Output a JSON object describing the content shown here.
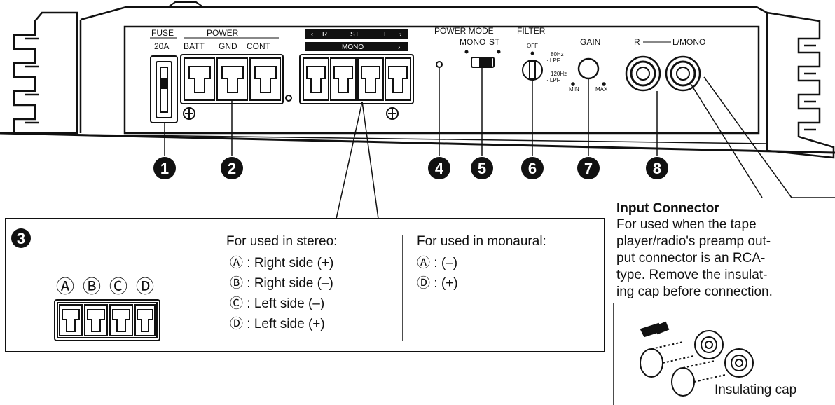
{
  "panel": {
    "fuse": "FUSE",
    "fuse_rating": "20A",
    "power": "POWER",
    "batt": "BATT",
    "gnd": "GND",
    "cont": "CONT",
    "speaker_r": "R",
    "speaker_st": "ST",
    "speaker_l": "L",
    "speaker_mono": "MONO",
    "power_mode": "POWER MODE",
    "mode_mono": "MONO",
    "mode_st": "ST",
    "filter": "FILTER",
    "filter_off": "OFF",
    "filter_80": "80Hz",
    "filter_80_lpf": "· LPF",
    "filter_120": "120Hz",
    "filter_120_lpf": "· LPF",
    "gain": "GAIN",
    "gain_min": "MIN",
    "gain_max": "MAX",
    "rca_r": "R",
    "rca_lmono": "L/MONO"
  },
  "callout_numbers": [
    "1",
    "2",
    "4",
    "5",
    "6",
    "7",
    "8"
  ],
  "terminal_box": {
    "number": "3",
    "letters": [
      "Ⓐ",
      "Ⓑ",
      "Ⓒ",
      "Ⓓ"
    ],
    "stereo_heading": "For used in stereo:",
    "stereo_lines": [
      "Ⓐ : Right side (+)",
      "Ⓑ : Right side (–)",
      "Ⓒ : Left side (–)",
      "Ⓓ : Left side (+)"
    ],
    "mono_heading": "For used in monaural:",
    "mono_lines": [
      "Ⓐ : (–)",
      "Ⓓ : (+)"
    ]
  },
  "input_connector": {
    "title": "Input Connector",
    "lines": [
      "For used when the tape",
      "player/radio's preamp out-",
      "put connector is an RCA-",
      "type. Remove the insulat-",
      "ing cap before connection."
    ],
    "cap_label": "Insulating cap"
  }
}
